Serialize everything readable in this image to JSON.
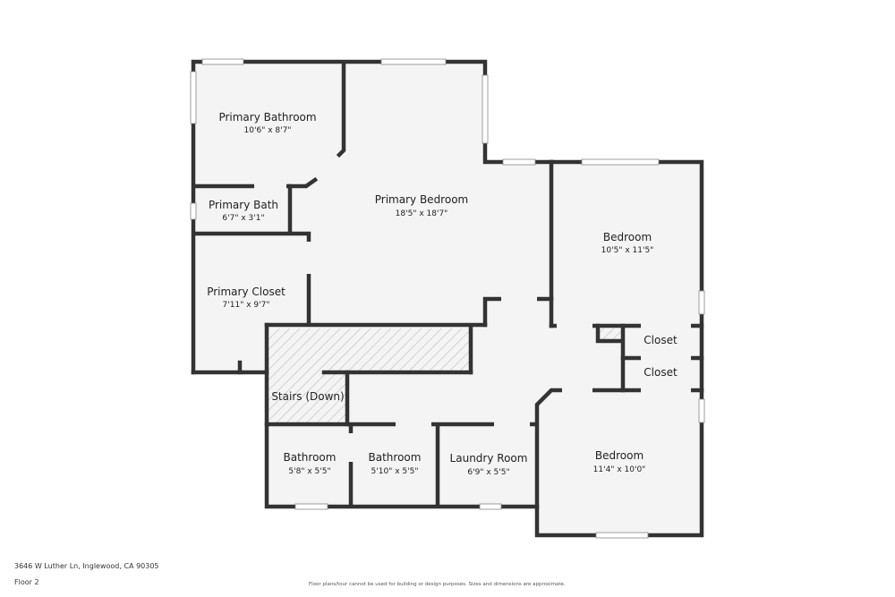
{
  "rooms": {
    "primary_bathroom": {
      "name": "Primary Bathroom",
      "dim": "10'6\" x 8'7\""
    },
    "primary_bath": {
      "name": "Primary Bath",
      "dim": "6'7\" x 3'1\""
    },
    "primary_closet": {
      "name": "Primary Closet",
      "dim": "7'11\" x 9'7\""
    },
    "primary_bedroom": {
      "name": "Primary Bedroom",
      "dim": "18'5\" x 18'7\""
    },
    "bedroom_top": {
      "name": "Bedroom",
      "dim": "10'5\" x 11'5\""
    },
    "closet_1": {
      "name": "Closet"
    },
    "closet_2": {
      "name": "Closet"
    },
    "stairs": {
      "name": "Stairs (Down)"
    },
    "bathroom_1": {
      "name": "Bathroom",
      "dim": "5'8\" x 5'5\""
    },
    "bathroom_2": {
      "name": "Bathroom",
      "dim": "5'10\" x 5'5\""
    },
    "laundry": {
      "name": "Laundry Room",
      "dim": "6'9\" x 5'5\""
    },
    "bedroom_bottom": {
      "name": "Bedroom",
      "dim": "11'4\" x 10'0\""
    }
  },
  "footer": {
    "address": "3646 W Luther Ln, Inglewood, CA 90305",
    "floor": "Floor 2",
    "disclaimer": "Floor plans/tour cannot be used for building or design purposes. Sizes and dimensions are approximate."
  },
  "colors": {
    "wall": "#333333",
    "floor": "#f4f4f4",
    "window": "#ffffff",
    "hatch": "#bbbbbb"
  }
}
